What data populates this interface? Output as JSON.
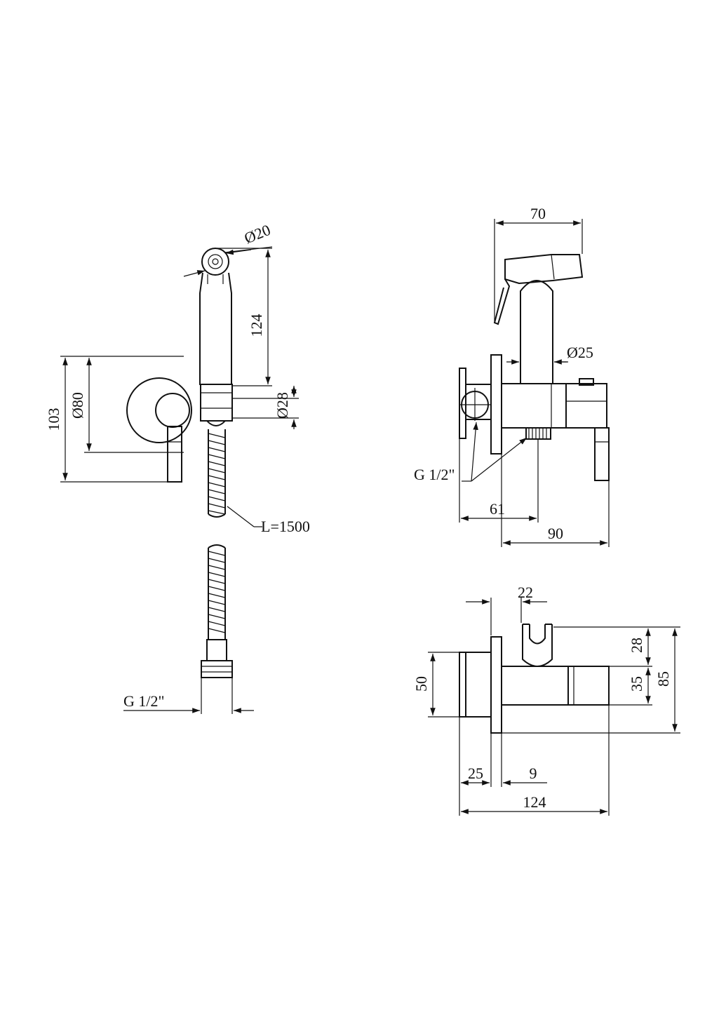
{
  "view_front": {
    "dims": {
      "d20": "Ø20",
      "h124": "124",
      "d28": "Ø28",
      "d80": "Ø80",
      "h103": "103",
      "hose_length": "L=1500",
      "thread": "G 1/2\""
    }
  },
  "view_side": {
    "dims": {
      "w70": "70",
      "d25": "Ø25",
      "thread": "G 1/2\"",
      "w61": "61",
      "w90": "90"
    }
  },
  "view_top": {
    "dims": {
      "w22": "22",
      "h28": "28",
      "h35": "35",
      "h85": "85",
      "h50": "50",
      "w25": "25",
      "w9": "9",
      "w124": "124"
    }
  },
  "colors": {
    "line": "#111111",
    "background": "#ffffff"
  }
}
